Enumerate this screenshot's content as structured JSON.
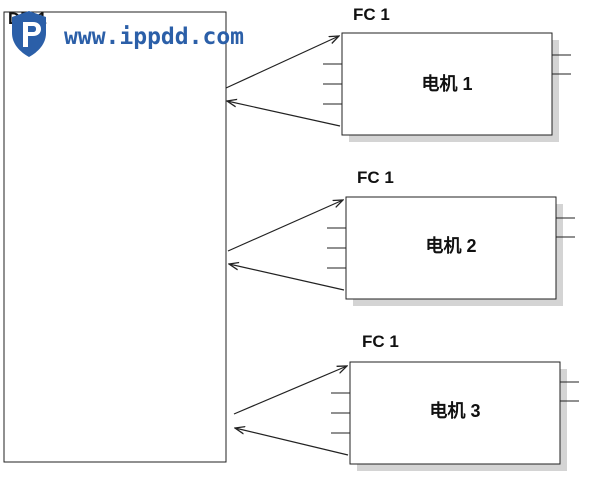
{
  "watermark": {
    "text": "www.ippdd.com",
    "color": "#2b5fa8"
  },
  "db_block": {
    "label": "DB 1"
  },
  "fc_blocks": [
    {
      "fc_label": "FC 1",
      "motor_label": "电机 1"
    },
    {
      "fc_label": "FC 1",
      "motor_label": "电机 2"
    },
    {
      "fc_label": "FC 1",
      "motor_label": "电机 3"
    }
  ],
  "colors": {
    "stroke": "#222222",
    "shadow": "#d4d4d4"
  }
}
